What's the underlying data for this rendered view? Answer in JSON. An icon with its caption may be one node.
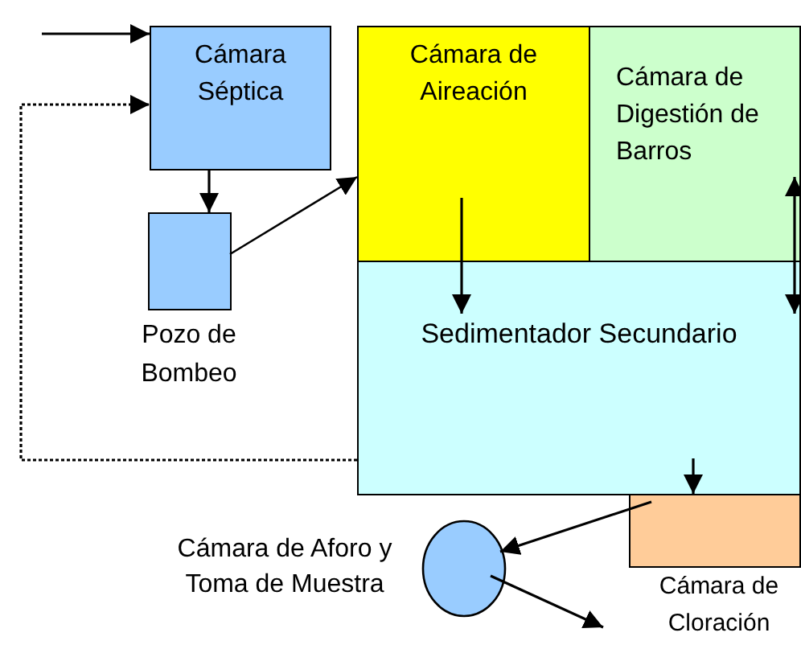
{
  "diagram": {
    "nodes": [
      {
        "text": [
          "Cámara Séptica"
        ]
      },
      {
        "text": [
          "Pozo de Bombeo"
        ]
      },
      {
        "text": [
          "Cámara de Aireación"
        ]
      },
      {
        "text": [
          "Cámara de Digestión de Barros"
        ]
      },
      {
        "text": [
          "Sedimentador Secundario"
        ]
      },
      {
        "text": [
          "Cámara de Cloración"
        ]
      },
      {
        "text": [
          "Cámara de Aforo y Toma de Muestra"
        ]
      }
    ],
    "edges": [
      {
        "from": null,
        "to": 0,
        "arrow": "to"
      },
      {
        "from": 4,
        "to": 0,
        "arrow": "to",
        "style": "dashed"
      },
      {
        "from": 0,
        "to": 1,
        "arrow": "to"
      },
      {
        "from": 1,
        "to": 2,
        "arrow": "to"
      },
      {
        "from": 2,
        "to": 4,
        "arrow": "to"
      },
      {
        "from": 3,
        "to": 4,
        "arrow": "both"
      },
      {
        "from": 4,
        "to": 5,
        "arrow": "to"
      },
      {
        "from": 5,
        "to": 6,
        "arrow": "to"
      },
      {
        "from": 6,
        "to": null,
        "arrow": "to"
      }
    ]
  }
}
